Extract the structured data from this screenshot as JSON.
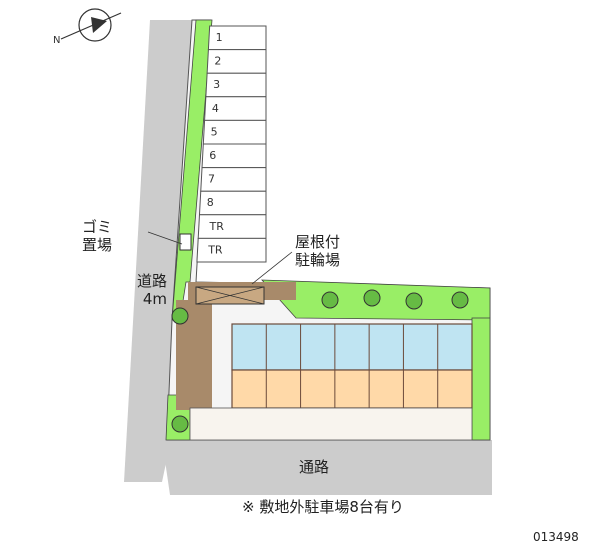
{
  "labels": {
    "garbage": "ゴミ\n置場",
    "road_side": "道路\n4m",
    "bike_parking": "屋根付\n駐輪場",
    "road_bottom": "通路",
    "note": "※ 敷地外駐車場8台有り",
    "code": "013498"
  },
  "parking_slots": [
    "1",
    "2",
    "3",
    "4",
    "5",
    "6",
    "7",
    "8",
    "TR",
    "TR"
  ],
  "colors": {
    "road": "#cccccc",
    "green": "#99ee66",
    "brick": "#a88a6a",
    "unit": "#ffd9a8",
    "balcony": "#bfe4f2",
    "building_outline": "#6b4a3a"
  },
  "icons": [
    "compass-icon"
  ]
}
